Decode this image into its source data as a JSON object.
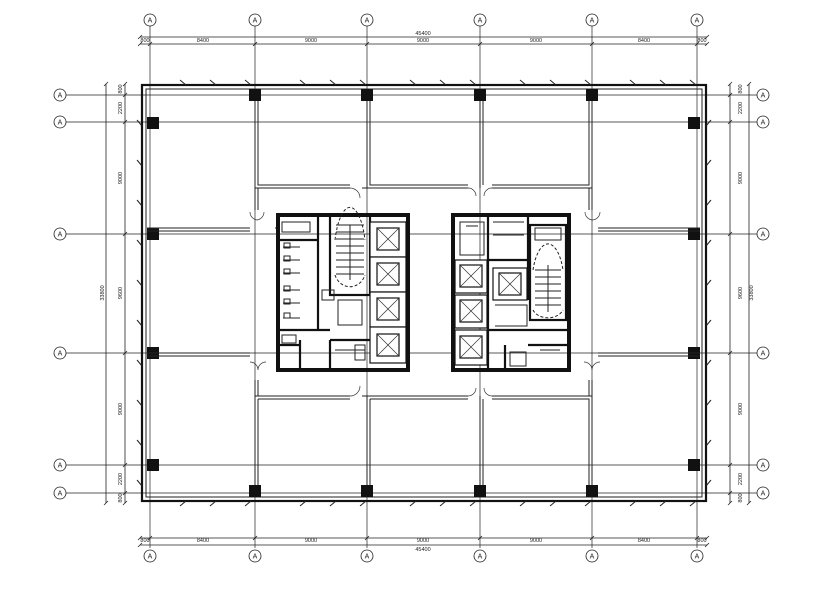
{
  "axis_label": "A",
  "dimensions": {
    "overall_width": "45400",
    "overall_depth": "33800",
    "top_spans": [
      "800",
      "8400",
      "9000",
      "9000",
      "9000",
      "8400",
      "800"
    ],
    "bottom_spans": [
      "800",
      "8400",
      "9000",
      "9000",
      "9000",
      "8400",
      "800"
    ],
    "left_spans": [
      "800",
      "2200",
      "9000",
      "9600",
      "9000",
      "2200",
      "800"
    ],
    "right_spans": [
      "800",
      "2200",
      "9000",
      "9600",
      "9000",
      "2200",
      "800"
    ]
  }
}
